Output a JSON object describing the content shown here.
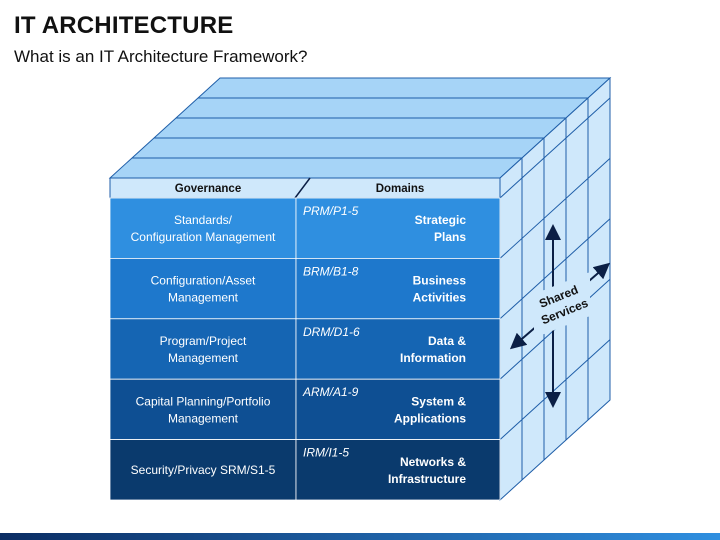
{
  "page": {
    "title": "IT ARCHITECTURE",
    "subtitle": "What is an IT Architecture Framework?"
  },
  "headers": {
    "governance": "Governance",
    "domains": "Domains"
  },
  "rows": [
    {
      "governance": [
        "Standards/",
        "Configuration Management"
      ],
      "code": "PRM/P1-5",
      "domain": [
        "Strategic",
        "Plans"
      ],
      "color": "#2f8fe0"
    },
    {
      "governance": [
        "Configuration/Asset",
        "Management"
      ],
      "code": "BRM/B1-8",
      "domain": [
        "Business",
        "Activities"
      ],
      "color": "#1e78cc"
    },
    {
      "governance": [
        "Program/Project",
        "Management"
      ],
      "code": "DRM/D1-6",
      "domain": [
        "Data &",
        "Information"
      ],
      "color": "#1565b3"
    },
    {
      "governance": [
        "Capital Planning/Portfolio",
        "Management"
      ],
      "code": "ARM/A1-9",
      "domain": [
        "System &",
        "Applications"
      ],
      "color": "#0e4f93"
    },
    {
      "governance": [
        "Security/Privacy SRM/S1-5"
      ],
      "code": "IRM/I1-5",
      "domain": [
        "Networks &",
        "Infrastructure"
      ],
      "color": "#0a3a6d"
    }
  ],
  "shared_services": [
    "Shared",
    "Services"
  ],
  "colors": {
    "top_face": "#a6d4f7",
    "side_face": "#cfe8fb",
    "grid_line": "#1f5ea8",
    "header_band": "#cfe8fb",
    "bottom_bar_left": "#0b2d63",
    "bottom_bar_right": "#2f8fe0"
  }
}
